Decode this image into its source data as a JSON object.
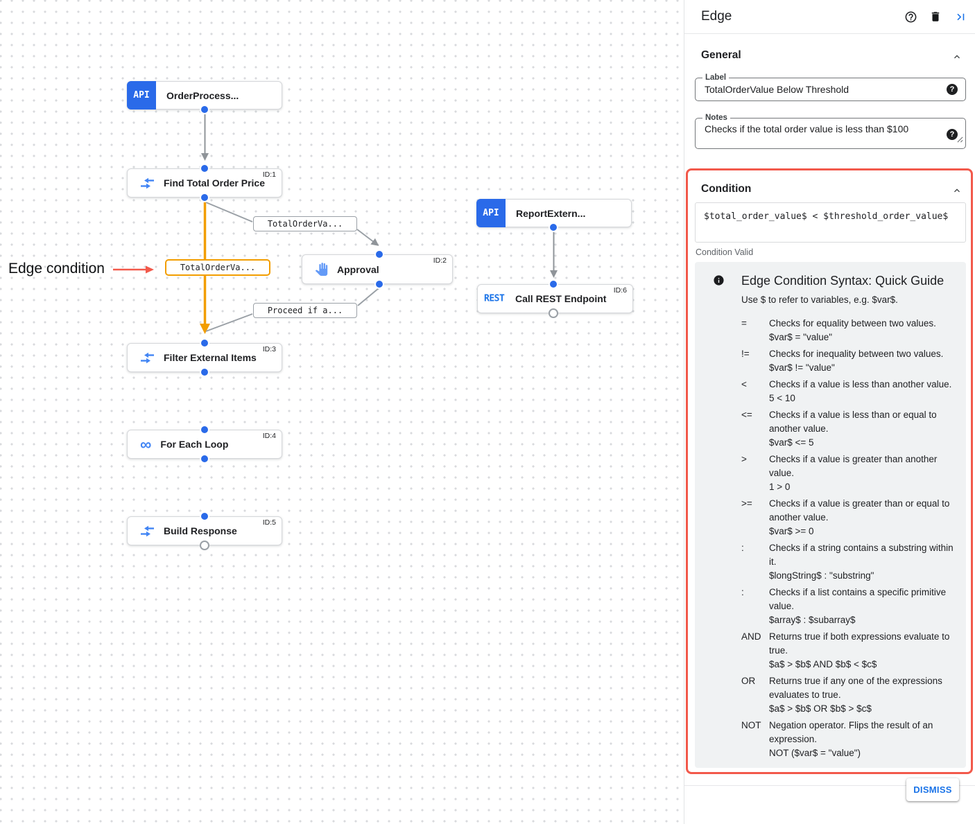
{
  "canvas": {
    "annotation": {
      "text": "Edge condition"
    },
    "api_badge": "API",
    "rest_badge": "REST",
    "nodes": [
      {
        "title": "OrderProcess...",
        "icon": "api-badge",
        "id_label": ""
      },
      {
        "title": "Find Total Order Price",
        "icon": "data-mapping-icon",
        "id_label": "ID:1"
      },
      {
        "title": "ReportExtern...",
        "icon": "api-badge",
        "id_label": ""
      },
      {
        "title": "Approval",
        "icon": "hand-approval-icon",
        "id_label": "ID:2"
      },
      {
        "title": "Call REST Endpoint",
        "icon": "rest-badge",
        "id_label": "ID:6"
      },
      {
        "title": "Filter External Items",
        "icon": "data-mapping-icon",
        "id_label": "ID:3"
      },
      {
        "title": "For Each Loop",
        "icon": "loop-icon",
        "id_label": "ID:4"
      },
      {
        "title": "Build Response",
        "icon": "data-mapping-icon",
        "id_label": "ID:5"
      }
    ],
    "edge_labels": [
      {
        "text": "TotalOrderVa...",
        "state": "default"
      },
      {
        "text": "TotalOrderVa...",
        "state": "selected"
      },
      {
        "text": "Proceed if a...",
        "state": "default"
      }
    ]
  },
  "panel": {
    "title": "Edge",
    "header_icons": [
      "help-icon",
      "delete-icon",
      "collapse-panel-icon"
    ],
    "general": {
      "heading": "General",
      "label_field": {
        "label": "Label",
        "value": "TotalOrderValue Below Threshold"
      },
      "notes_field": {
        "label": "Notes",
        "value": "Checks if the total order value is less than $100"
      }
    },
    "condition": {
      "heading": "Condition",
      "expression": "$total_order_value$ < $threshold_order_value$",
      "status": "Condition Valid",
      "guide": {
        "title": "Edge Condition Syntax: Quick Guide",
        "intro": "Use $ to refer to variables, e.g. $var$.",
        "rows": [
          {
            "op": "=",
            "desc": "Checks for equality between two values.",
            "example": "$var$ = \"value\""
          },
          {
            "op": "!=",
            "desc": "Checks for inequality between two values.",
            "example": "$var$ != \"value\""
          },
          {
            "op": "<",
            "desc": "Checks if a value is less than another value.",
            "example": "5 < 10"
          },
          {
            "op": "<=",
            "desc": "Checks if a value is less than or equal to another value.",
            "example": "$var$ <= 5"
          },
          {
            "op": ">",
            "desc": "Checks if a value is greater than another value.",
            "example": "1 > 0"
          },
          {
            "op": ">=",
            "desc": "Checks if a value is greater than or equal to another value.",
            "example": "$var$ >= 0"
          },
          {
            "op": ":",
            "desc": "Checks if a string contains a substring within it.",
            "example": "$longString$ : \"substring\""
          },
          {
            "op": ":",
            "desc": "Checks if a list contains a specific primitive value.",
            "example": "$array$ : $subarray$"
          },
          {
            "op": "AND",
            "desc": "Returns true if both expressions evaluate to true.",
            "example": "$a$ > $b$ AND $b$ < $c$"
          },
          {
            "op": "OR",
            "desc": "Returns true if any one of the expressions evaluates to true.",
            "example": "$a$ > $b$ OR $b$ > $c$"
          },
          {
            "op": "NOT",
            "desc": "Negation operator. Flips the result of an expression.",
            "example": "NOT ($var$ = \"value\")"
          }
        ]
      }
    },
    "dismiss_label": "DISMISS"
  },
  "colors": {
    "accent_blue": "#1a73e8",
    "node_blue": "#2a6ae9",
    "icon_blue": "#4285f4",
    "edge_gray": "#9aa0a6",
    "selected_orange": "#f29d00",
    "highlight_red": "#f2594b"
  }
}
